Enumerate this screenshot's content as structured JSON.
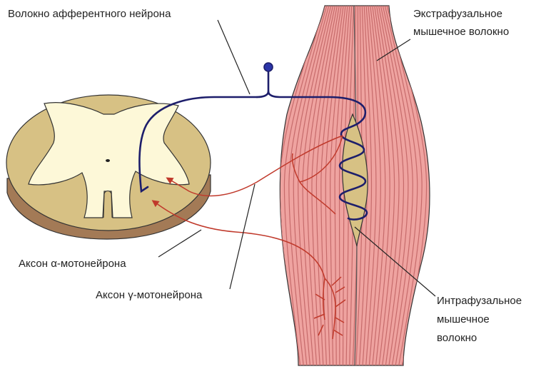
{
  "labels": {
    "afferent_fiber": "Волокно афферентного нейрона",
    "extrafusal_line1": "Экстрафузальное",
    "extrafusal_line2": "мышечное волокно",
    "intrafusal_line1": "Интрафузальное",
    "intrafusal_line2": "мышечное",
    "intrafusal_line3": "волокно",
    "alpha_axon": "Аксон α-мотонейрона",
    "gamma_axon": "Аксон γ-мотонейрона"
  },
  "colors": {
    "muscle_fill": "#efa3a0",
    "muscle_stripe": "#c66b6b",
    "spinal_gray": "#d7c184",
    "spinal_white": "#fdf8d8",
    "spinal_edge": "#a9855a",
    "afferent_nerve": "#1d1e6b",
    "motor_axon": "#c0392b",
    "pointer_line": "#222222"
  }
}
